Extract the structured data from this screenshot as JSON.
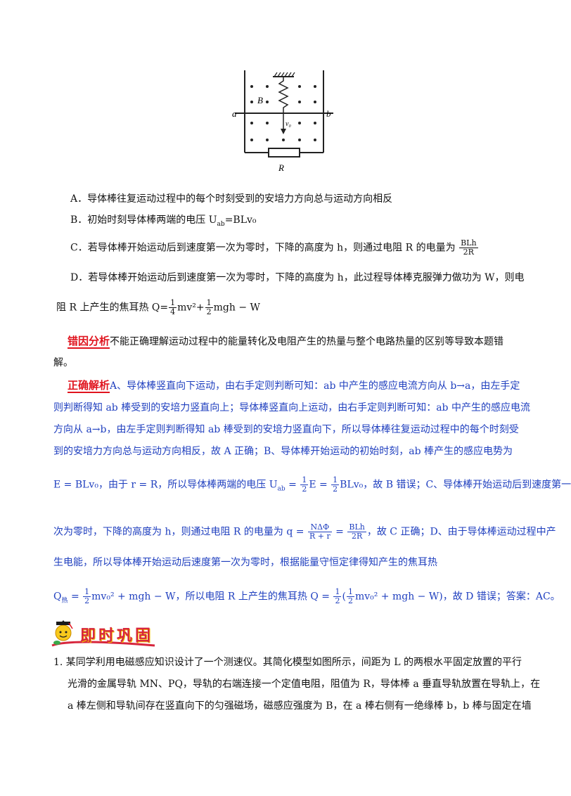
{
  "figure": {
    "label_a": "a",
    "label_b": "b",
    "label_B": "B",
    "label_v0": "v₀",
    "label_R": "R"
  },
  "options": {
    "A": "A．导体棒往复运动过程中的每个时刻受到的安培力方向总与运动方向相反",
    "B_prefix": "B．初始时刻导体棒两端的电压 U",
    "B_sub": "ab",
    "B_suffix": "=BLv₀",
    "C_text": "C．若导体棒开始运动后到速度第一次为零时，下降的高度为 h，则通过电阻 R 的电量为",
    "C_num": "BLh",
    "C_den": "2R",
    "D_line1": "D．若导体棒开始运动后到速度第一次为零时，下降的高度为 h，此过程导体棒克服弹力做功为 W，则电",
    "D_line2_prefix": "阻 R 上产生的焦耳热 Q=",
    "D_f1_num": "1",
    "D_f1_den": "4",
    "D_mid": "mv²+",
    "D_f2_num": "1",
    "D_f2_den": "2",
    "D_end": "mgh − W"
  },
  "error_analysis": {
    "tag": "错因分析",
    "line1": "不能正确理解运动过程中的能量转化及电阻产生的热量与整个电路热量的区别等导致本题错",
    "line2": "解。"
  },
  "solution": {
    "tag": "正确解析",
    "l1": "A、导体棒竖直向下运动，由右手定则判断可知：ab 中产生的感应电流方向从 b→a，由左手定",
    "l2": "则判断得知 ab 棒受到的安培力竖直向上；导体棒竖直向上运动，由右手定则判断可知：ab 中产生的感应电流",
    "l3": "方向从 a→b，由左手定则判断得知 ab 棒受到的安培力竖直向下，所以导体棒往复运动过程中的每个时刻受",
    "l4": "到的安培力方向总与运动方向相反，故 A 正确；B、导体棒开始运动的初始时刻，ab 棒产生的感应电势为",
    "l5_a": "E = BLv₀，由于 r = R，所以导体棒两端的电压 U",
    "l5_sub": "ab",
    "l5_b": " = ",
    "l5_f1n": "1",
    "l5_f1d": "2",
    "l5_c": "E = ",
    "l5_f2n": "1",
    "l5_f2d": "2",
    "l5_d": "BLv₀，故 B 错误；C、导体棒开始运动后到速度第一",
    "l6_a": "次为零时，下降的高度为 h，则通过电阻 R 的电量为 q = ",
    "l6_f1n": "NΔΦ",
    "l6_f1d": "R + r",
    "l6_b": " = ",
    "l6_f2n": "BLh",
    "l6_f2d": "2R",
    "l6_c": "，故 C 正确；D、由于导体棒运动过程中产",
    "l7": "生电能，所以导体棒开始运动后速度第一次为零时，根据能量守恒定律得知产生的焦耳热",
    "l8_a": "Q",
    "l8_sub": "热",
    "l8_b": " = ",
    "l8_f1n": "1",
    "l8_f1d": "2",
    "l8_c": "mv₀² + mgh − W，所以电阻 R 上产生的焦耳热 Q = ",
    "l8_f2n": "1",
    "l8_f2d": "2",
    "l8_d": "(",
    "l8_f3n": "1",
    "l8_f3d": "2",
    "l8_e": "mv₀² + mgh − W)，故 D 错误；答案：AC。"
  },
  "banner": {
    "title": "即时巩固"
  },
  "problem": {
    "line1": "1. 某同学利用电磁感应知识设计了一个测速仪。其简化模型如图所示，间距为 L 的两根水平固定放置的平行",
    "line2": "光滑的金属导轨 MN、PQ，导轨的右端连接一个定值电阻，阻值为 R，导体棒 a 垂直导轨放置在导轨上，在",
    "line3": "a 棒左侧和导轨间存在竖直向下的匀强磁场，磁感应强度为 B，在 a 棒右侧有一绝缘棒 b，b 棒与固定在墙"
  }
}
